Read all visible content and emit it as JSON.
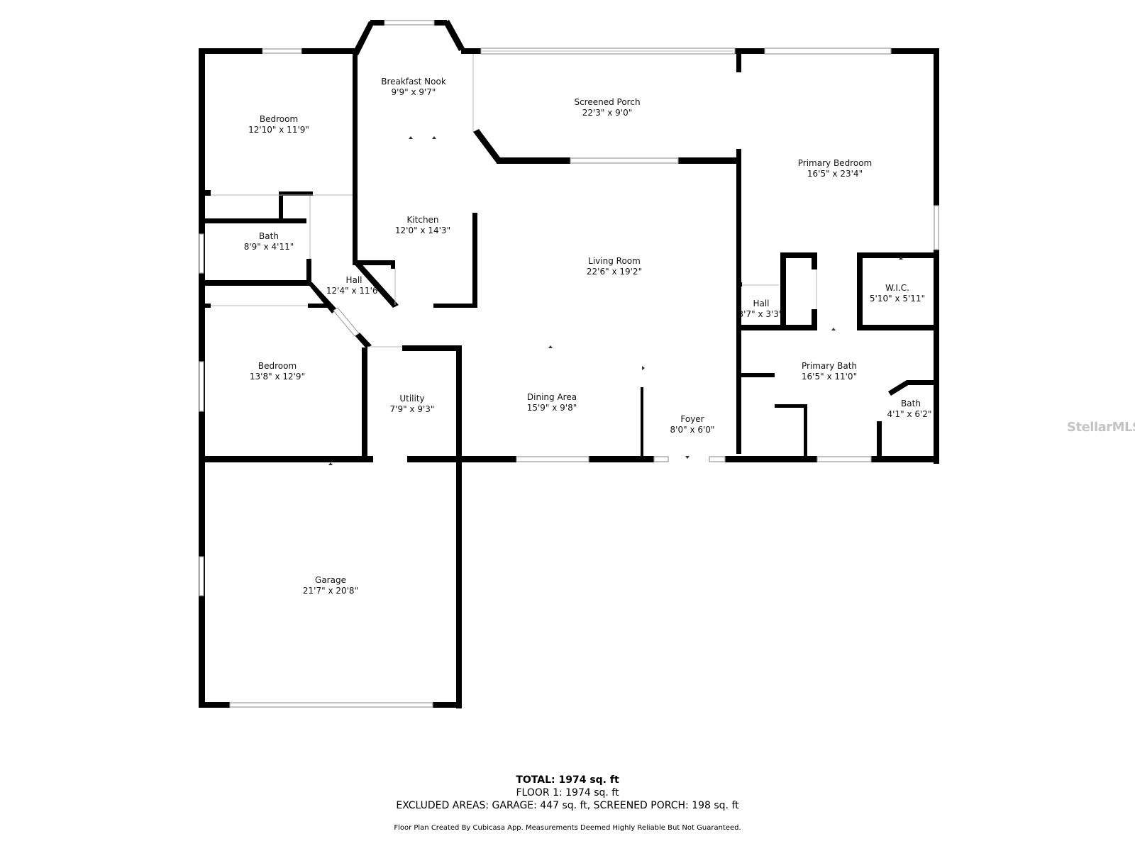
{
  "rooms": {
    "bedroom_nw": {
      "name": "Bedroom",
      "dims": "12'10\" x 11'9\""
    },
    "breakfast_nook": {
      "name": "Breakfast Nook",
      "dims": "9'9\" x 9'7\""
    },
    "screened_porch": {
      "name": "Screened Porch",
      "dims": "22'3\" x 9'0\""
    },
    "primary_bedroom": {
      "name": "Primary Bedroom",
      "dims": "16'5\" x 23'4\""
    },
    "kitchen": {
      "name": "Kitchen",
      "dims": "12'0\" x 14'3\""
    },
    "bath_west": {
      "name": "Bath",
      "dims": "8'9\" x 4'11\""
    },
    "living_room": {
      "name": "Living Room",
      "dims": "22'6\" x 19'2\""
    },
    "hall_west": {
      "name": "Hall",
      "dims": "12'4\" x 11'6\""
    },
    "hall_east": {
      "name": "Hall",
      "dims": "3'7\" x 3'3\""
    },
    "wic": {
      "name": "W.I.C.",
      "dims": "5'10\" x 5'11\""
    },
    "bedroom_sw": {
      "name": "Bedroom",
      "dims": "13'8\" x 12'9\""
    },
    "primary_bath": {
      "name": "Primary Bath",
      "dims": "16'5\" x 11'0\""
    },
    "utility": {
      "name": "Utility",
      "dims": "7'9\" x 9'3\""
    },
    "dining_area": {
      "name": "Dining Area",
      "dims": "15'9\" x 9'8\""
    },
    "bath_east": {
      "name": "Bath",
      "dims": "4'1\" x 6'2\""
    },
    "foyer": {
      "name": "Foyer",
      "dims": "8'0\" x 6'0\""
    },
    "garage": {
      "name": "Garage",
      "dims": "21'7\" x 20'8\""
    }
  },
  "summary": {
    "total": "TOTAL: 1974 sq. ft",
    "floor1": "FLOOR 1: 1974 sq. ft",
    "excluded": "EXCLUDED AREAS: GARAGE: 447 sq. ft, SCREENED PORCH: 198 sq. ft",
    "disclaimer": "Floor Plan Created By Cubicasa App. Measurements Deemed Highly Reliable But Not Guaranteed."
  },
  "watermark": "StellarMLS",
  "colors": {
    "wall": "#000000",
    "window": "#9a9a9a",
    "watermark": "#c4c4c4"
  }
}
